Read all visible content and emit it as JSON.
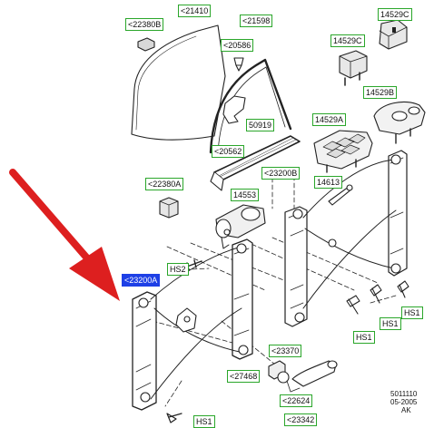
{
  "diagram": {
    "callouts": {
      "c21410": "<21410",
      "c21598": "<21598",
      "c14529c": "14529C",
      "c22380b": "<22380B",
      "c20586": "<20586",
      "c14529c_2": "14529C",
      "c14529b": "14529B",
      "c50919": "50919",
      "c14529a": "14529A",
      "c20562": "<20562",
      "c23200b": "<23200B",
      "c22380a": "<22380A",
      "c14613": "14613",
      "c14553": "14553",
      "chs2": "HS2",
      "c23200a": "<23200A",
      "chs1_a": "HS1",
      "chs1_b": "HS1",
      "chs1_c": "HS1",
      "c23370": "<23370",
      "c27468": "<27468",
      "c22624": "<22624",
      "c23342": "<23342",
      "chs1_d": "HS1"
    },
    "reference": {
      "code": "5011110",
      "date": "05-2005",
      "initials": "AK"
    },
    "colors": {
      "callout_border": "#2aa62a",
      "selected_callout": "#1e40e6",
      "arrow": "#dd1f1f",
      "linework": "#222222"
    }
  }
}
